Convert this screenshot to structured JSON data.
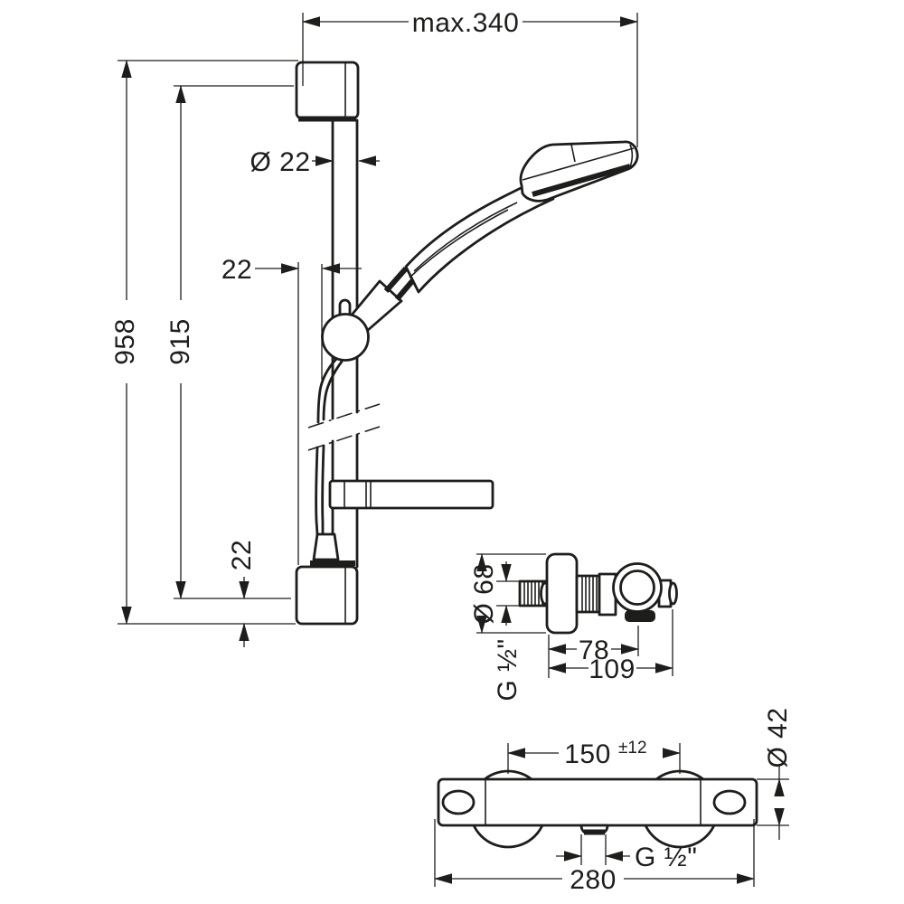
{
  "meta": {
    "background_color": "#ffffff",
    "line_color": "#1d1d1b",
    "drawing_type": "shower-set-dimension-drawing"
  },
  "shower_rail_view": {
    "width_max": "max.340",
    "rail_diameter": "Ø 22",
    "slider_wall_offset": "22",
    "overall_height": "958",
    "bar_height": "915",
    "bottom_offset": "22"
  },
  "valve_side_view": {
    "escutcheon_diameter": "Ø 68",
    "thread_size": "G ½\"",
    "depth_to_handle": "78",
    "overall_depth": "109"
  },
  "valve_front_view": {
    "center_distance": "150",
    "center_distance_tolerance": "±12",
    "body_diameter": "Ø 42",
    "connection_thread": "G ½\"",
    "overall_width": "280"
  }
}
